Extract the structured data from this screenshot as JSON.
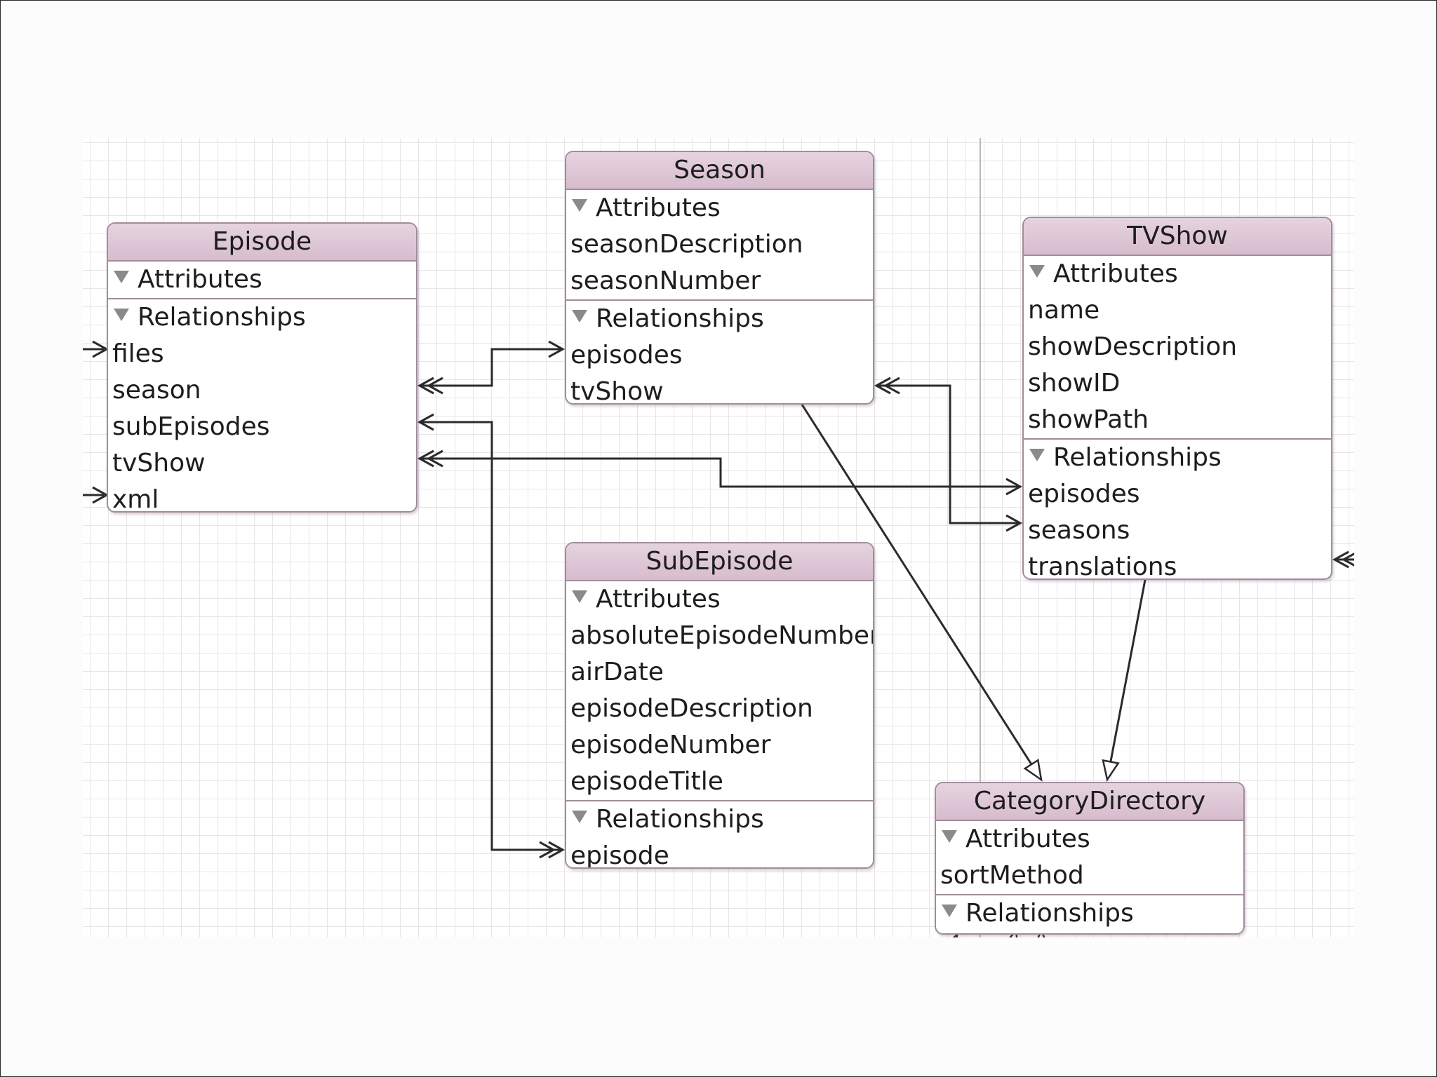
{
  "entities": {
    "episode": {
      "name": "Episode",
      "attributes_header": "Attributes",
      "relationships_header": "Relationships",
      "relationships": [
        "files",
        "season",
        "subEpisodes",
        "tvShow",
        "xml"
      ]
    },
    "season": {
      "name": "Season",
      "attributes_header": "Attributes",
      "attributes": [
        "seasonDescription",
        "seasonNumber"
      ],
      "relationships_header": "Relationships",
      "relationships": [
        "episodes",
        "tvShow"
      ]
    },
    "subepisode": {
      "name": "SubEpisode",
      "attributes_header": "Attributes",
      "attributes": [
        "absoluteEpisodeNumber",
        "airDate",
        "episodeDescription",
        "episodeNumber",
        "episodeTitle"
      ],
      "relationships_header": "Relationships",
      "relationships": [
        "episode"
      ]
    },
    "tvshow": {
      "name": "TVShow",
      "attributes_header": "Attributes",
      "attributes": [
        "name",
        "showDescription",
        "showID",
        "showPath"
      ],
      "relationships_header": "Relationships",
      "relationships": [
        "episodes",
        "seasons",
        "translations"
      ]
    },
    "categorydirectory": {
      "name": "CategoryDirectory",
      "attributes_header": "Attributes",
      "attributes": [
        "sortMethod"
      ],
      "relationships_header": "Relationships"
    }
  },
  "colors": {
    "entity_header": "#ddc5d5",
    "entity_border": "#a08d9c",
    "grid_line": "#e8e5e8",
    "connector": "#2b2b2b"
  }
}
